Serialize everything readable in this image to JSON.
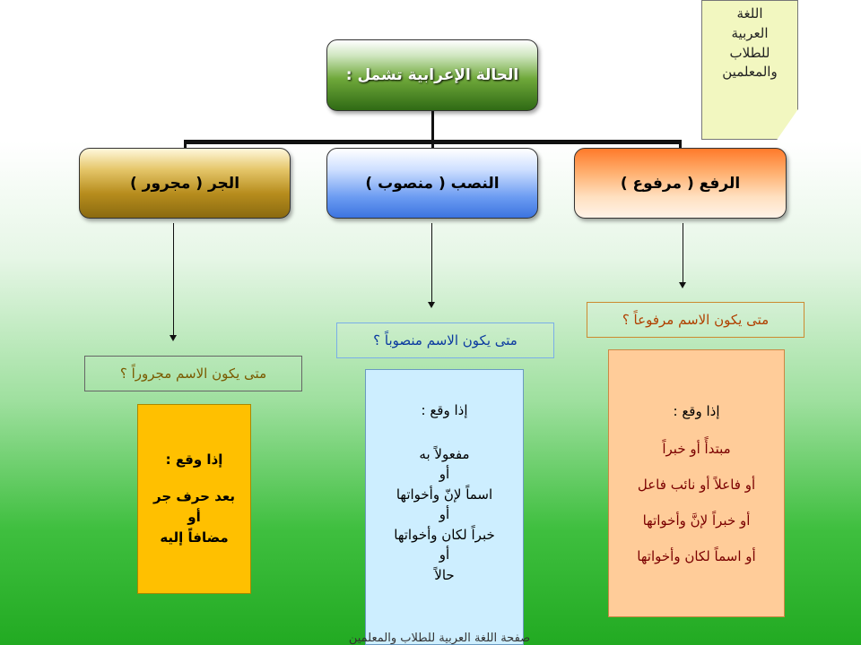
{
  "note": {
    "lines": [
      "اللغة",
      "العربية",
      "للطلاب",
      "والمعلمين"
    ]
  },
  "root": {
    "label": "الحالة الإعرابية تشمل :"
  },
  "cases": {
    "jar": {
      "title": "الجر  ( مجرور )"
    },
    "nasb": {
      "title": "النصب  ( منصوب )"
    },
    "raf": {
      "title": "الرفع  ( مرفوع )"
    }
  },
  "questions": {
    "jar": "متى يكون الاسم مجروراً ؟",
    "nasb": "متى يكون الاسم منصوباً ؟",
    "raf": "متى يكون الاسم مرفوعاً ؟"
  },
  "details": {
    "jar": [
      "إذا وقع :",
      "بعد حرف جر",
      "أو",
      "مضافاً إليه"
    ],
    "nasb": [
      "إذا وقع :",
      "مفعولاً به",
      "أو",
      "اسماً لإنّ وأخواتها",
      "أو",
      "خبراً لكان وأخواتها",
      "أو",
      "حالاً"
    ],
    "raf": [
      "إذا وقع :",
      "مبتدأً أو خبراً",
      "أو فاعلاً أو نائب فاعل",
      "أو خبراً لإنَّ وأخواتها",
      "أو اسماً لكان وأخواتها"
    ]
  },
  "footer": "صفحة اللغة العربية للطلاب والمعلمين"
}
